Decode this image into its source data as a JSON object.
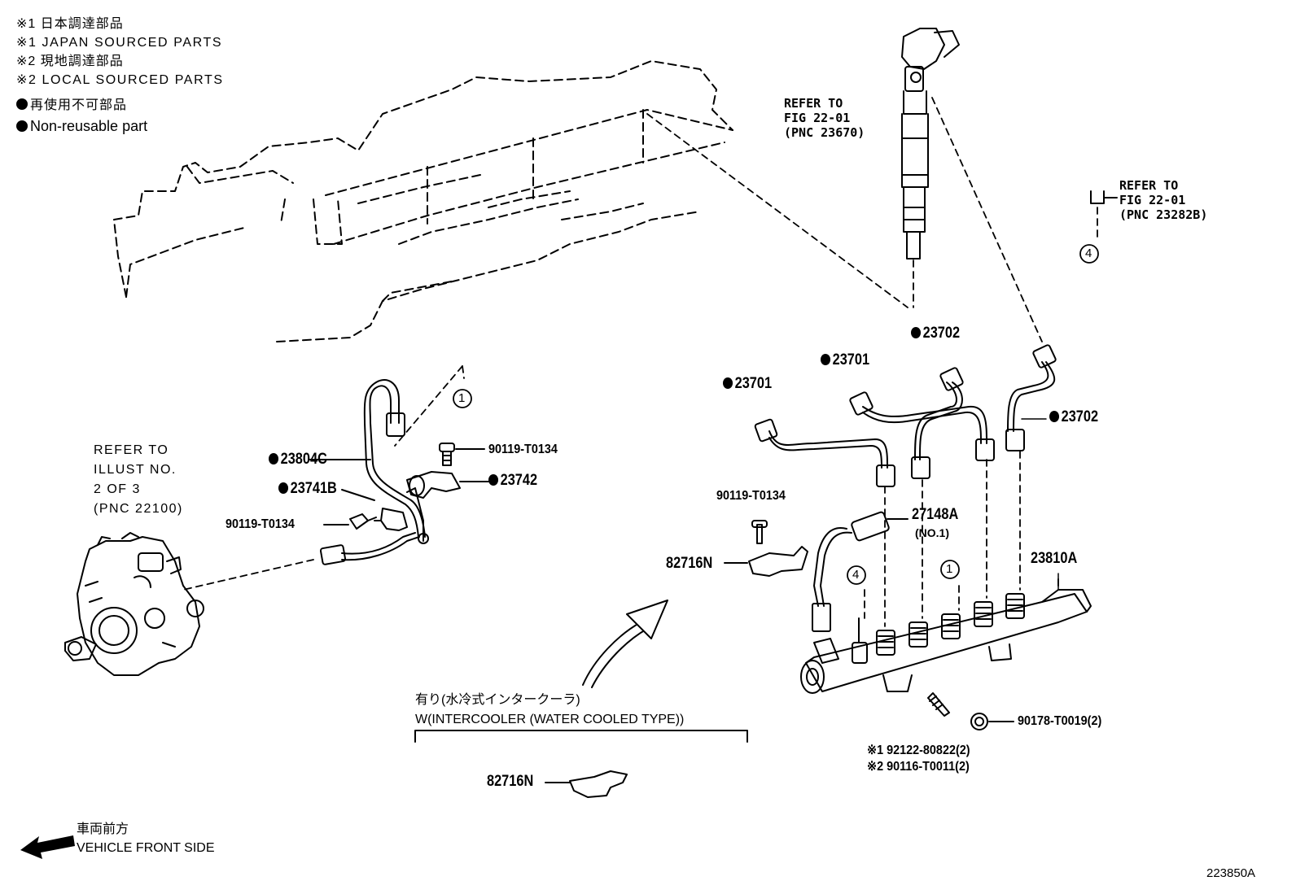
{
  "legend": {
    "japan_jp": "※1 日本調達部品",
    "japan_en": "※1 JAPAN SOURCED PARTS",
    "local_jp": "※2 現地調達部品",
    "local_en": "※2 LOCAL SOURCED PARTS",
    "nonreusable_jp": "再使用不可部品",
    "nonreusable_en": "Non-reusable part"
  },
  "refs": {
    "injector": "REFER TO\nFIG 22-01\n(PNC 23670)",
    "sensor": "REFER TO\nFIG 22-01\n(PNC 23282B)",
    "pump": "REFER TO\nILLUST NO.\n2 OF 3\n(PNC 22100)"
  },
  "callouts": {
    "c1": "1",
    "c4": "4"
  },
  "parts": {
    "p23804C": "23804C",
    "p23741B": "23741B",
    "p23742": "23742",
    "bolt_a": "90119-T0134",
    "bolt_b": "90119-T0134",
    "bolt_c": "90119-T0134",
    "p23701_a": "23701",
    "p23701_b": "23701",
    "p23702_a": "23702",
    "p23702_b": "23702",
    "p27148A": "27148A",
    "p27148A_sub": "(NO.1)",
    "p82716N_a": "82716N",
    "p82716N_b": "82716N",
    "p23810A": "23810A",
    "p90178": "90178-T0019(2)",
    "p92122": "※1 92122-80822(2)",
    "p90116": "※2 90116-T0011(2)"
  },
  "intercooler": {
    "jp": "有り(水冷式インタークーラ)",
    "en": "W(INTERCOOLER (WATER COOLED TYPE))"
  },
  "direction": {
    "jp": "車両前方",
    "en": "VEHICLE FRONT SIDE"
  },
  "figure_id": "223850A"
}
